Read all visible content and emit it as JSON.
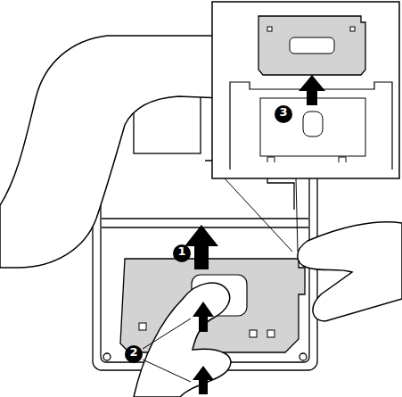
{
  "diagram": {
    "labels": [
      "1",
      "2",
      "3"
    ]
  }
}
